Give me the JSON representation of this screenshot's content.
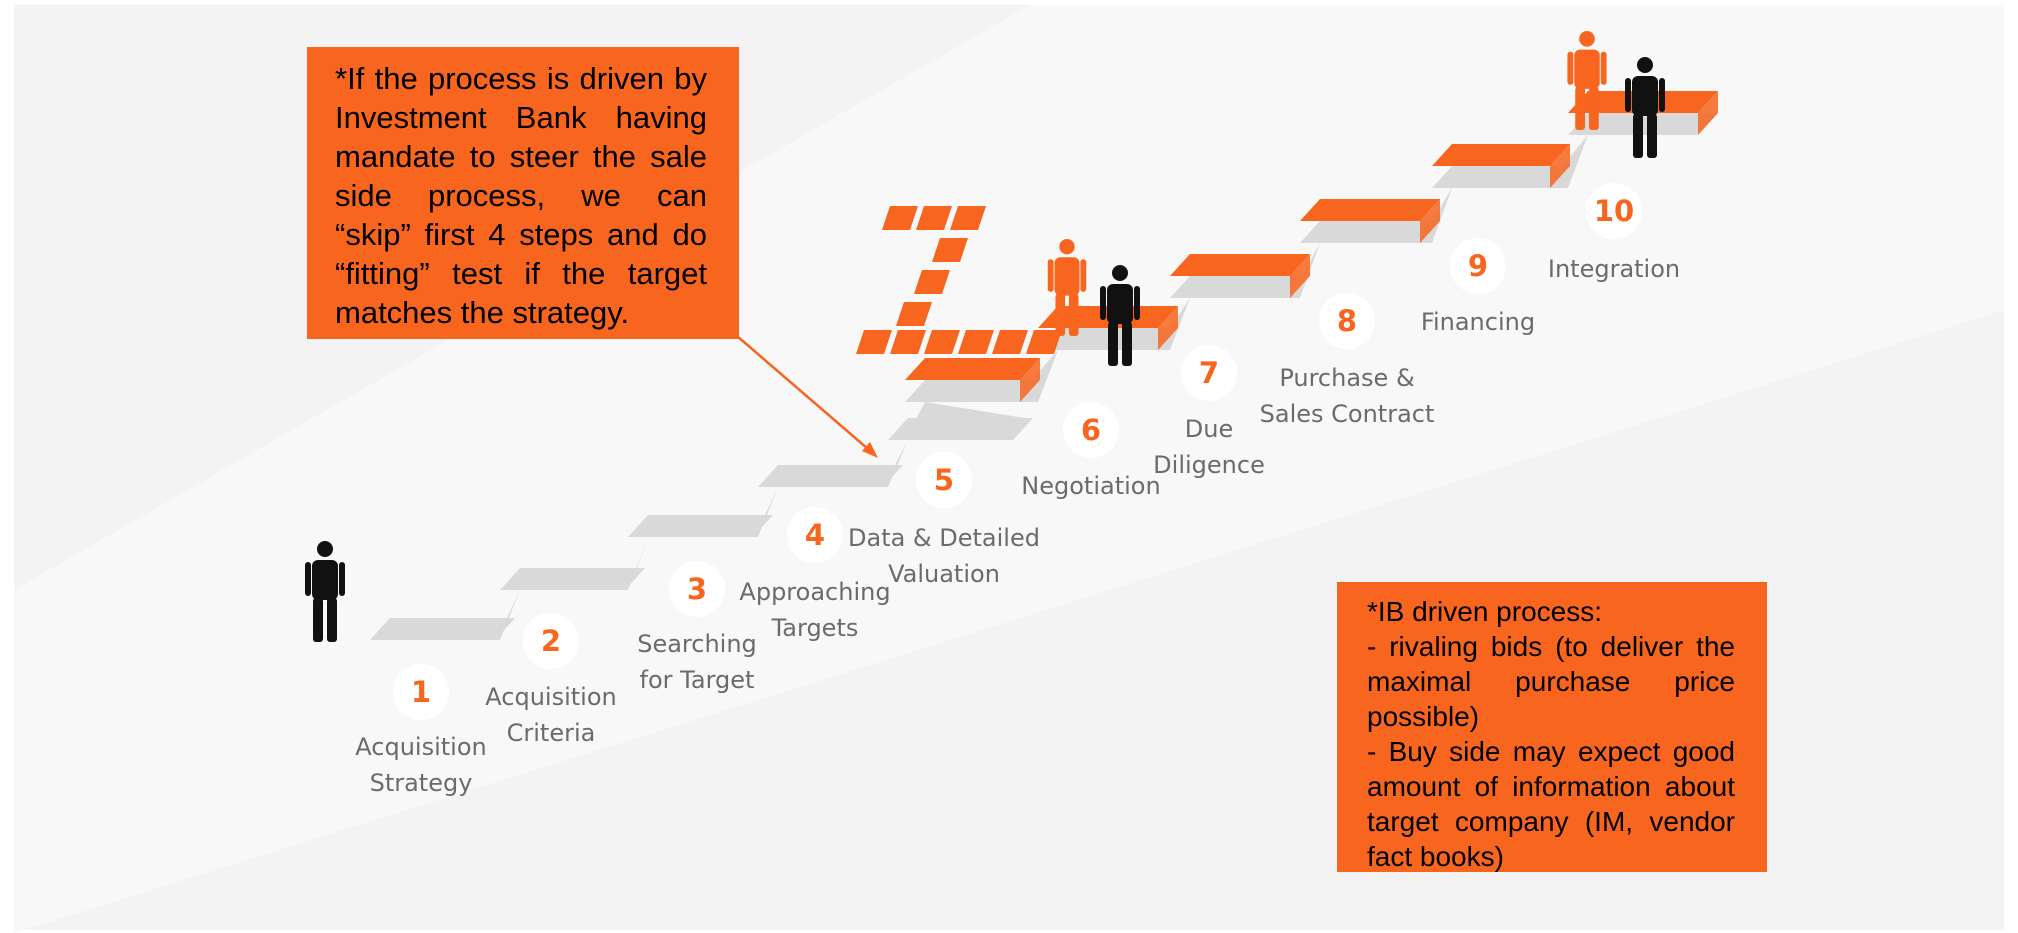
{
  "colors": {
    "accent": "#F7651E",
    "stair_gray": "#D9D9D9",
    "text_gray": "#6B6B6B",
    "background": "#F3F3F3",
    "figure_dark": "#111111"
  },
  "steps": [
    {
      "number": "1",
      "label_lines": [
        "Acquisition",
        "Strategy"
      ]
    },
    {
      "number": "2",
      "label_lines": [
        "Acquisition",
        "Criteria"
      ]
    },
    {
      "number": "3",
      "label_lines": [
        "Searching",
        "for Target"
      ]
    },
    {
      "number": "4",
      "label_lines": [
        "Approaching",
        "Targets"
      ]
    },
    {
      "number": "5",
      "label_lines": [
        "Data & Detailed",
        "Valuation"
      ]
    },
    {
      "number": "6",
      "label_lines": [
        "Negotiation"
      ]
    },
    {
      "number": "7",
      "label_lines": [
        "Due",
        "Diligence"
      ]
    },
    {
      "number": "8",
      "label_lines": [
        "Purchase &",
        "Sales Contract"
      ]
    },
    {
      "number": "9",
      "label_lines": [
        "Financing"
      ]
    },
    {
      "number": "10",
      "label_lines": [
        "Integration"
      ]
    }
  ],
  "notes": {
    "top": "*If the process is driven by Investment Bank having mandate to steer the sale side process, we can “skip” first 4 steps and do “fitting” test if the target matches the strategy.",
    "bottom": {
      "title": "*IB driven process:",
      "point1": "- rivaling bids (to deliver the maximal purchase price possible)",
      "point2": "- Buy side may expect good amount of information about target company (IM, vendor fact books)"
    }
  },
  "icons": {
    "start_figure": "person-icon",
    "middle_figures": "person-pair-icon",
    "top_figures": "person-pair-icon",
    "z_letter": "letter-z-graphic"
  }
}
